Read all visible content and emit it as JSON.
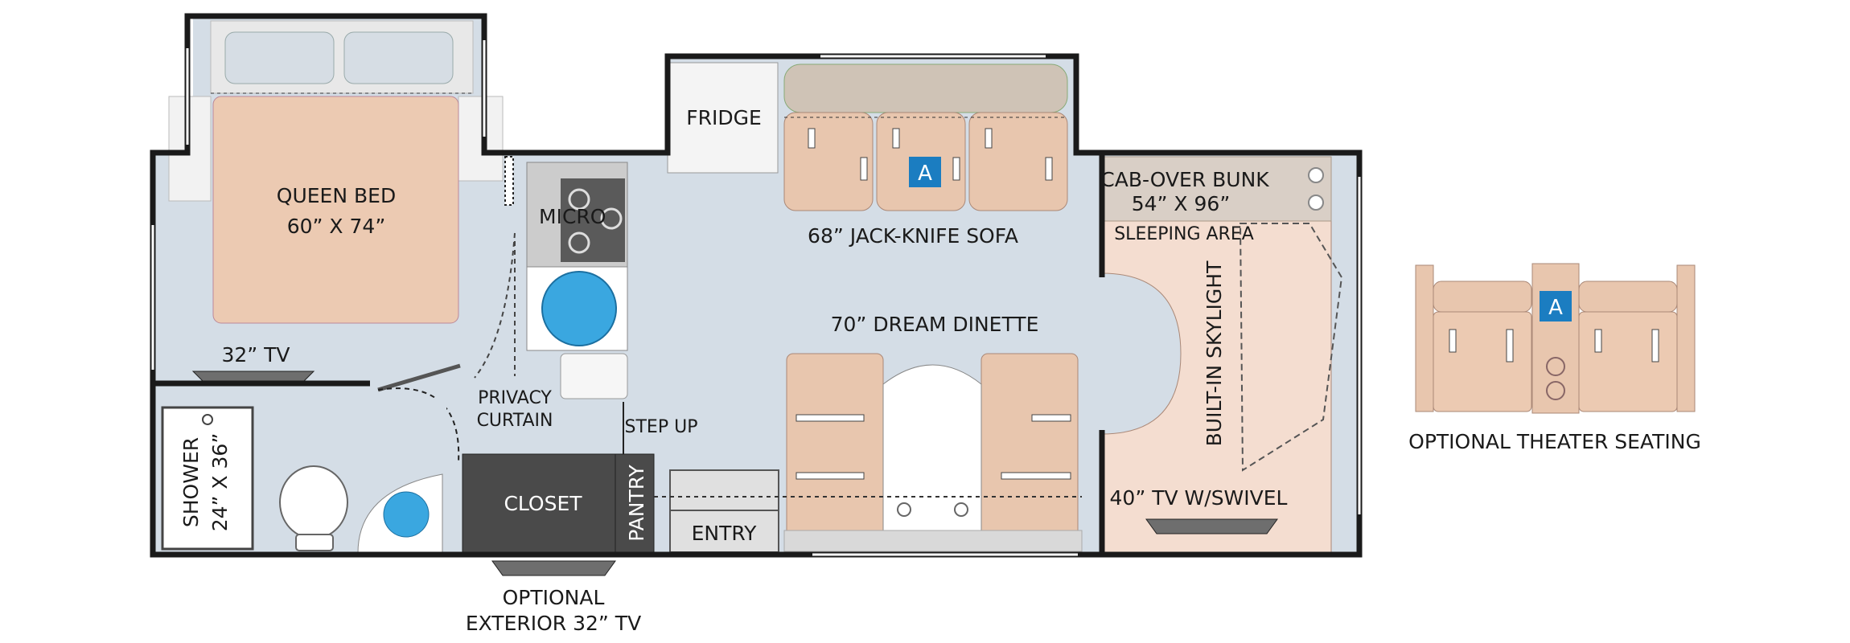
{
  "colors": {
    "floor": "#d4dde6",
    "wall": "#1a1a1a",
    "furniture": "#e8c6ae",
    "furniture_light": "#f4ddd0",
    "cushion": "#d9d4cc",
    "appliance_dark": "#4a4a4a",
    "sink_blue": "#3aa7e0",
    "badge_blue": "#1b7dc1",
    "gray_panel": "#cfcfcf",
    "white": "#ffffff"
  },
  "badge_letter": "A",
  "rooms": {
    "bed_line1": "QUEEN BED",
    "bed_line2": "60” X 74”",
    "tv_bedroom": "32” TV",
    "micro": "MICRO",
    "fridge": "FRIDGE",
    "sofa": "68” JACK-KNIFE SOFA",
    "dinette": "70” DREAM DINETTE",
    "cab_line1": "CAB-OVER BUNK",
    "cab_line2": "54” X 96”",
    "sleeping_area": "SLEEPING AREA",
    "skylight": "BUILT-IN SKYLIGHT",
    "tv_swivel": "40” TV W/SWIVEL",
    "privacy_line1": "PRIVACY",
    "privacy_line2": "CURTAIN",
    "step_up": "STEP UP",
    "shower_line1": "SHOWER",
    "shower_line2": "24” X 36”",
    "closet": "CLOSET",
    "pantry": "PANTRY",
    "entry": "ENTRY",
    "ext_tv_line1": "OPTIONAL",
    "ext_tv_line2": "EXTERIOR 32” TV",
    "theater": "OPTIONAL THEATER SEATING"
  }
}
